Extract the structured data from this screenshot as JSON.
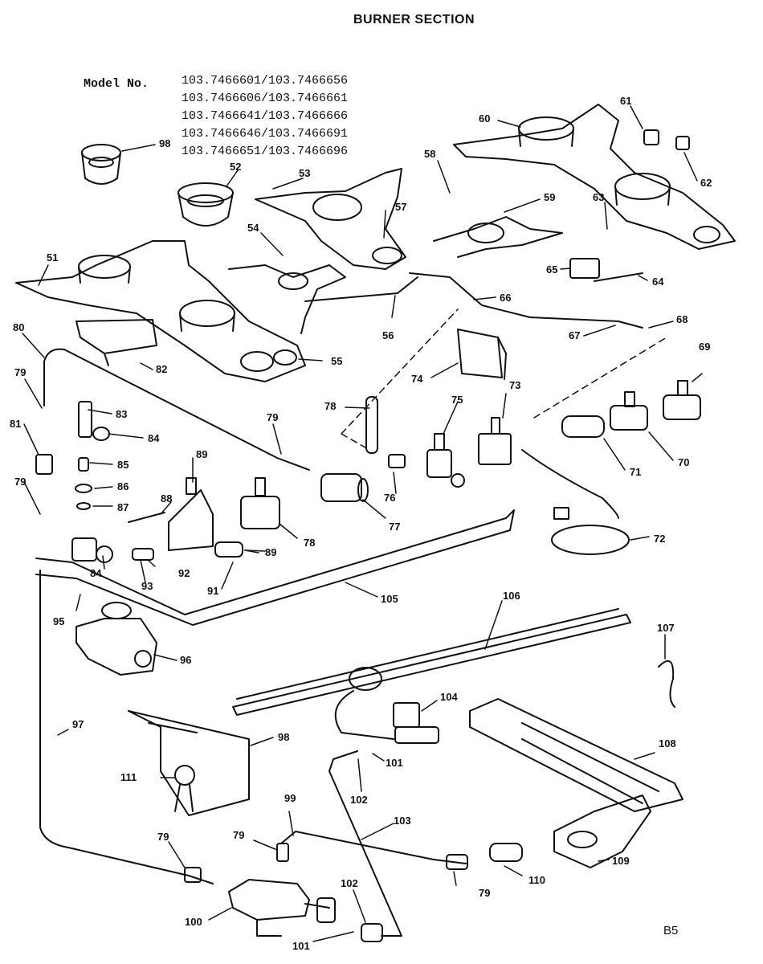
{
  "title": "BURNER SECTION",
  "model_label": "Model No.",
  "model_numbers": [
    "103.7466601/103.7466656",
    "103.7466606/103.7466661",
    "103.7466641/103.7466666",
    "103.7466646/103.7466691",
    "103.7466651/103.7466696"
  ],
  "page_code": "B5",
  "callouts": [
    {
      "id": "c98a",
      "text": "98"
    },
    {
      "id": "c52",
      "text": "52"
    },
    {
      "id": "c53",
      "text": "53"
    },
    {
      "id": "c57",
      "text": "57"
    },
    {
      "id": "c60",
      "text": "60"
    },
    {
      "id": "c61",
      "text": "61"
    },
    {
      "id": "c62a",
      "text": "62"
    },
    {
      "id": "c58",
      "text": "58"
    },
    {
      "id": "c59",
      "text": "59"
    },
    {
      "id": "c63a",
      "text": "63"
    },
    {
      "id": "c65",
      "text": "65"
    },
    {
      "id": "c64a",
      "text": "64"
    },
    {
      "id": "c54",
      "text": "54"
    },
    {
      "id": "c51",
      "text": "51"
    },
    {
      "id": "c66",
      "text": "66"
    },
    {
      "id": "c56",
      "text": "56"
    },
    {
      "id": "c67",
      "text": "67"
    },
    {
      "id": "c68",
      "text": "68"
    },
    {
      "id": "c55",
      "text": "55"
    },
    {
      "id": "c82",
      "text": "82"
    },
    {
      "id": "c80",
      "text": "80"
    },
    {
      "id": "c79a",
      "text": "79"
    },
    {
      "id": "c83",
      "text": "83"
    },
    {
      "id": "c84a",
      "text": "84"
    },
    {
      "id": "c81",
      "text": "81"
    },
    {
      "id": "c85",
      "text": "85"
    },
    {
      "id": "c79b",
      "text": "79"
    },
    {
      "id": "c86",
      "text": "86"
    },
    {
      "id": "c87",
      "text": "87"
    },
    {
      "id": "c88",
      "text": "88"
    },
    {
      "id": "c89a",
      "text": "89"
    },
    {
      "id": "c79c",
      "text": "79"
    },
    {
      "id": "c78",
      "text": "78"
    },
    {
      "id": "c74",
      "text": "74"
    },
    {
      "id": "c73",
      "text": "73"
    },
    {
      "id": "c75",
      "text": "75"
    },
    {
      "id": "c69",
      "text": "69"
    },
    {
      "id": "c71",
      "text": "71"
    },
    {
      "id": "c70",
      "text": "70"
    },
    {
      "id": "c76",
      "text": "76"
    },
    {
      "id": "c77",
      "text": "77"
    },
    {
      "id": "c78b",
      "text": "78"
    },
    {
      "id": "c89b",
      "text": "89"
    },
    {
      "id": "c72",
      "text": "72"
    },
    {
      "id": "c84b",
      "text": "84"
    },
    {
      "id": "c92",
      "text": "92"
    },
    {
      "id": "c93",
      "text": "93"
    },
    {
      "id": "c91",
      "text": "91"
    },
    {
      "id": "c105",
      "text": "105"
    },
    {
      "id": "c95",
      "text": "95"
    },
    {
      "id": "c106",
      "text": "106"
    },
    {
      "id": "c96",
      "text": "96"
    },
    {
      "id": "c107",
      "text": "107"
    },
    {
      "id": "c104",
      "text": "104"
    },
    {
      "id": "c97",
      "text": "97"
    },
    {
      "id": "c98b",
      "text": "98"
    },
    {
      "id": "c111",
      "text": "111"
    },
    {
      "id": "c101a",
      "text": "101"
    },
    {
      "id": "c102a",
      "text": "102"
    },
    {
      "id": "c108",
      "text": "108"
    },
    {
      "id": "c99",
      "text": "99"
    },
    {
      "id": "c103",
      "text": "103"
    },
    {
      "id": "c79d",
      "text": "79"
    },
    {
      "id": "c79e",
      "text": "79"
    },
    {
      "id": "c110",
      "text": "110"
    },
    {
      "id": "c109",
      "text": "109"
    },
    {
      "id": "c79f",
      "text": "79"
    },
    {
      "id": "c102b",
      "text": "102"
    },
    {
      "id": "c100",
      "text": "100"
    },
    {
      "id": "c101b",
      "text": "101"
    }
  ]
}
